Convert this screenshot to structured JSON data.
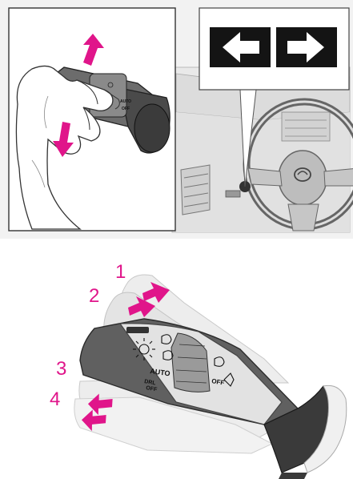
{
  "colors": {
    "accent": "#e0158a",
    "signal_bg": "#141414",
    "gray_panel": "#e6e6e6"
  },
  "callout": {
    "left_arrow_icon": "turn-left-arrow-icon",
    "right_arrow_icon": "turn-right-arrow-icon"
  },
  "positions": [
    {
      "label": "1"
    },
    {
      "label": "2"
    },
    {
      "label": "3"
    },
    {
      "label": "4"
    }
  ],
  "lever_markings": {
    "auto": "AUTO",
    "off": "OFF",
    "drl": "DRL",
    "drl_off": "OFF"
  },
  "small_lever_markings": {
    "auto": "AUTO",
    "off": "OFF"
  }
}
